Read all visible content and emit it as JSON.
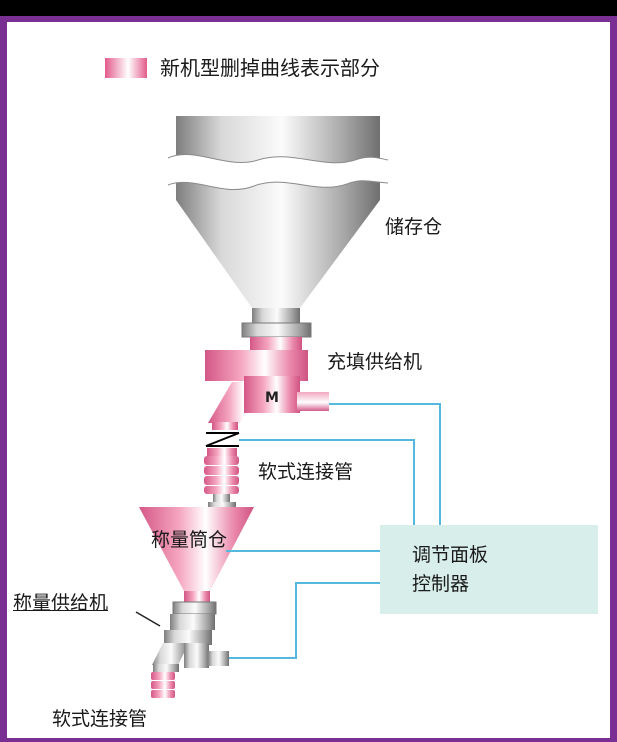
{
  "legend": {
    "text": "新机型删掉曲线表示部分",
    "color": "#e46f9a"
  },
  "labels": {
    "storage_bin": "储存仓",
    "fill_feeder": "充填供给机",
    "flex_connector_top": "软式连接管",
    "weigh_bin": "称量筒仓",
    "weigh_feeder": "称量供给机",
    "flex_connector_bottom": "软式连接管",
    "motor": "M"
  },
  "control_panel": {
    "line1": "调节面板",
    "line2": "控制器",
    "color": "#d8eeea"
  },
  "colors": {
    "frame": "#7a2f92",
    "header": "#000000",
    "metal": "#b8b8b8",
    "pink": "#e46f9a",
    "wire": "#54b9dc"
  }
}
